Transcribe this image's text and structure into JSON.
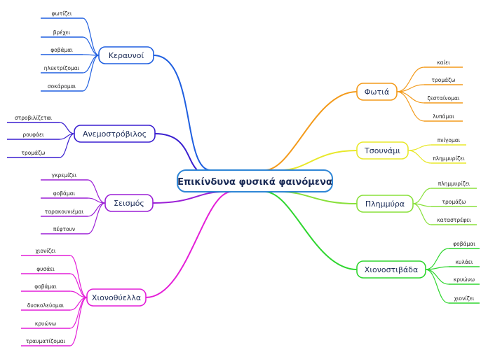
{
  "central": {
    "label": "Επικίνδυνα φυσικά φαινόμενα"
  },
  "branches": [
    {
      "id": "keraunoi",
      "label": "Κεραυνοί",
      "color": "#1f5fe0",
      "items": [
        "φωτίζει",
        "βρέχει",
        "φοβάμαι",
        "ηλεκτρίζομαι",
        "σοκάρομαι"
      ]
    },
    {
      "id": "anemostrovilos",
      "label": "Ανεμοστρόβιλος",
      "color": "#3a1fd0",
      "items": [
        "στροβιλίζεται",
        "ρουφάει",
        "τρομάζω"
      ]
    },
    {
      "id": "seismos",
      "label": "Σεισμός",
      "color": "#9b1fd6",
      "items": [
        "γκρεμίζει",
        "φοβάμαι",
        "ταρακουνιέμαι",
        "πέφτουν"
      ]
    },
    {
      "id": "xionothyella",
      "label": "Χιονοθύελλα",
      "color": "#e41fd8",
      "items": [
        "χιονίζει",
        "φυσάει",
        "φοβάμαι",
        "δυσκολεύομαι",
        "κρυώνω",
        "τραυματίζομαι"
      ]
    },
    {
      "id": "fotia",
      "label": "Φωτιά",
      "color": "#f39a1a",
      "items": [
        "καίει",
        "τρομάζω",
        "ζεσταίνομαι",
        "λυπάμαι"
      ]
    },
    {
      "id": "tsounami",
      "label": "Τσουνάμι",
      "color": "#e8e82a",
      "items": [
        "πνίγομαι",
        "πλημμυρίζει"
      ]
    },
    {
      "id": "plimmyra",
      "label": "Πλημμύρα",
      "color": "#88e03a",
      "items": [
        "πλημμυρίζει",
        "τρομάζω",
        "καταστρέφει"
      ]
    },
    {
      "id": "xionostivada",
      "label": "Χιονοστιβάδα",
      "color": "#2fd62f",
      "items": [
        "φοβάμαι",
        "κυλάει",
        "κρυώνω",
        "χιονίζει"
      ]
    }
  ]
}
